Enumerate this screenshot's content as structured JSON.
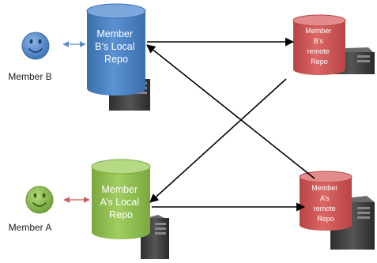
{
  "members": {
    "b": {
      "label": "Member B",
      "color": "#4a7fc1"
    },
    "a": {
      "label": "Member A",
      "color": "#8cbf4b"
    }
  },
  "repos": {
    "b_local": {
      "lines": [
        "Member",
        "B’s Local",
        "Repo"
      ],
      "color": "#4f86c6"
    },
    "a_local": {
      "lines": [
        "Member",
        "A’s Local",
        "Repo"
      ],
      "color": "#92c04f"
    },
    "b_remote": {
      "lines": [
        "Member",
        "B’s",
        "remote",
        "Repo"
      ],
      "color": "#cf5555"
    },
    "a_remote": {
      "lines": [
        "Member",
        "A’s",
        "remote",
        "Repo"
      ],
      "color": "#cf5555"
    }
  },
  "connector_colors": {
    "member_b": "#5b8fc7",
    "member_a": "#d25a5a",
    "main": "#000000"
  },
  "icons": [
    "smiley-face-icon",
    "database-icon",
    "server-tower-icon"
  ]
}
